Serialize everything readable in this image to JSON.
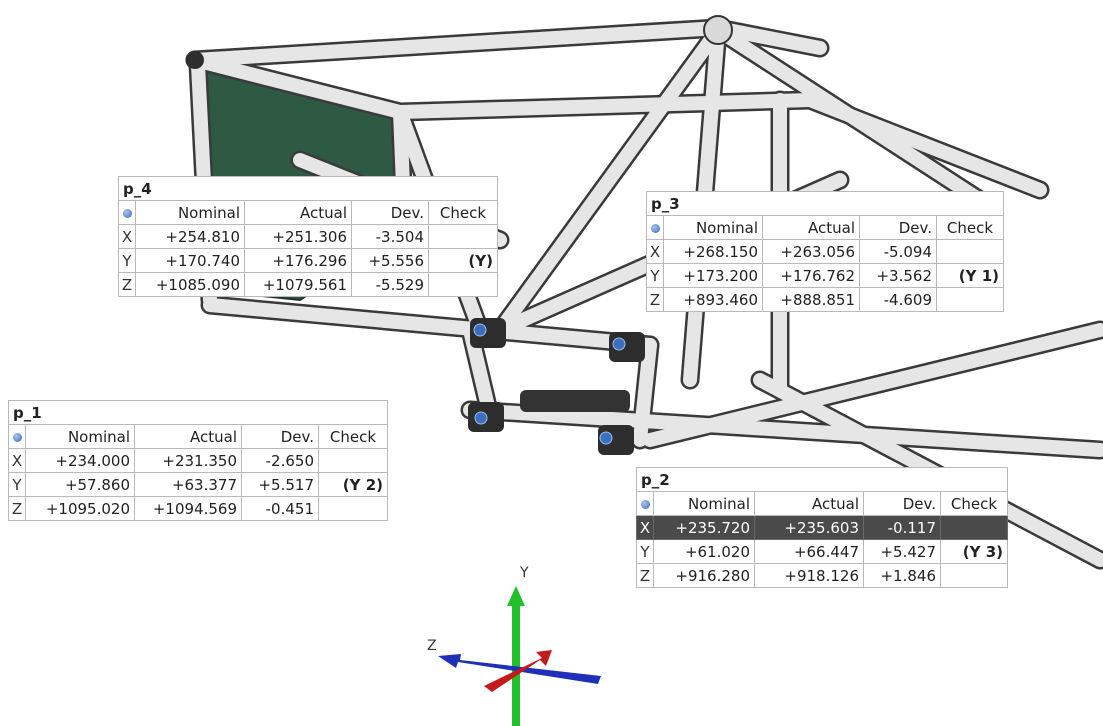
{
  "tables": [
    {
      "title": "p_4",
      "headers": [
        "",
        "Nominal",
        "Actual",
        "Dev.",
        "Check"
      ],
      "rows": [
        {
          "axis": "X",
          "nominal": "+254.810",
          "actual": "+251.306",
          "dev": "-3.504",
          "check": ""
        },
        {
          "axis": "Y",
          "nominal": "+170.740",
          "actual": "+176.296",
          "dev": "+5.556",
          "check": "(Y)"
        },
        {
          "axis": "Z",
          "nominal": "+1085.090",
          "actual": "+1079.561",
          "dev": "-5.529",
          "check": ""
        }
      ]
    },
    {
      "title": "p_3",
      "headers": [
        "",
        "Nominal",
        "Actual",
        "Dev.",
        "Check"
      ],
      "rows": [
        {
          "axis": "X",
          "nominal": "+268.150",
          "actual": "+263.056",
          "dev": "-5.094",
          "check": ""
        },
        {
          "axis": "Y",
          "nominal": "+173.200",
          "actual": "+176.762",
          "dev": "+3.562",
          "check": "(Y 1)"
        },
        {
          "axis": "Z",
          "nominal": "+893.460",
          "actual": "+888.851",
          "dev": "-4.609",
          "check": ""
        }
      ]
    },
    {
      "title": "p_1",
      "headers": [
        "",
        "Nominal",
        "Actual",
        "Dev.",
        "Check"
      ],
      "rows": [
        {
          "axis": "X",
          "nominal": "+234.000",
          "actual": "+231.350",
          "dev": "-2.650",
          "check": ""
        },
        {
          "axis": "Y",
          "nominal": "+57.860",
          "actual": "+63.377",
          "dev": "+5.517",
          "check": "(Y 2)"
        },
        {
          "axis": "Z",
          "nominal": "+1095.020",
          "actual": "+1094.569",
          "dev": "-0.451",
          "check": ""
        }
      ]
    },
    {
      "title": "p_2",
      "headers": [
        "",
        "Nominal",
        "Actual",
        "Dev.",
        "Check"
      ],
      "rows": [
        {
          "axis": "X",
          "nominal": "+235.720",
          "actual": "+235.603",
          "dev": "-0.117",
          "check": "",
          "selected": true
        },
        {
          "axis": "Y",
          "nominal": "+61.020",
          "actual": "+66.447",
          "dev": "+5.427",
          "check": "(Y 3)"
        },
        {
          "axis": "Z",
          "nominal": "+916.280",
          "actual": "+918.126",
          "dev": "+1.846",
          "check": ""
        }
      ]
    }
  ],
  "triad": {
    "y_label": "Y",
    "z_label": "Z",
    "colors": {
      "y": "#22c02a",
      "z": "#1e2fb8",
      "x": "#c41a1a"
    }
  },
  "scene": {
    "tube_color": "#e4e4e4",
    "panel_color": "#2e5a43",
    "bracket_color": "#2d2d2d",
    "point_color": "#3b6fbf"
  }
}
